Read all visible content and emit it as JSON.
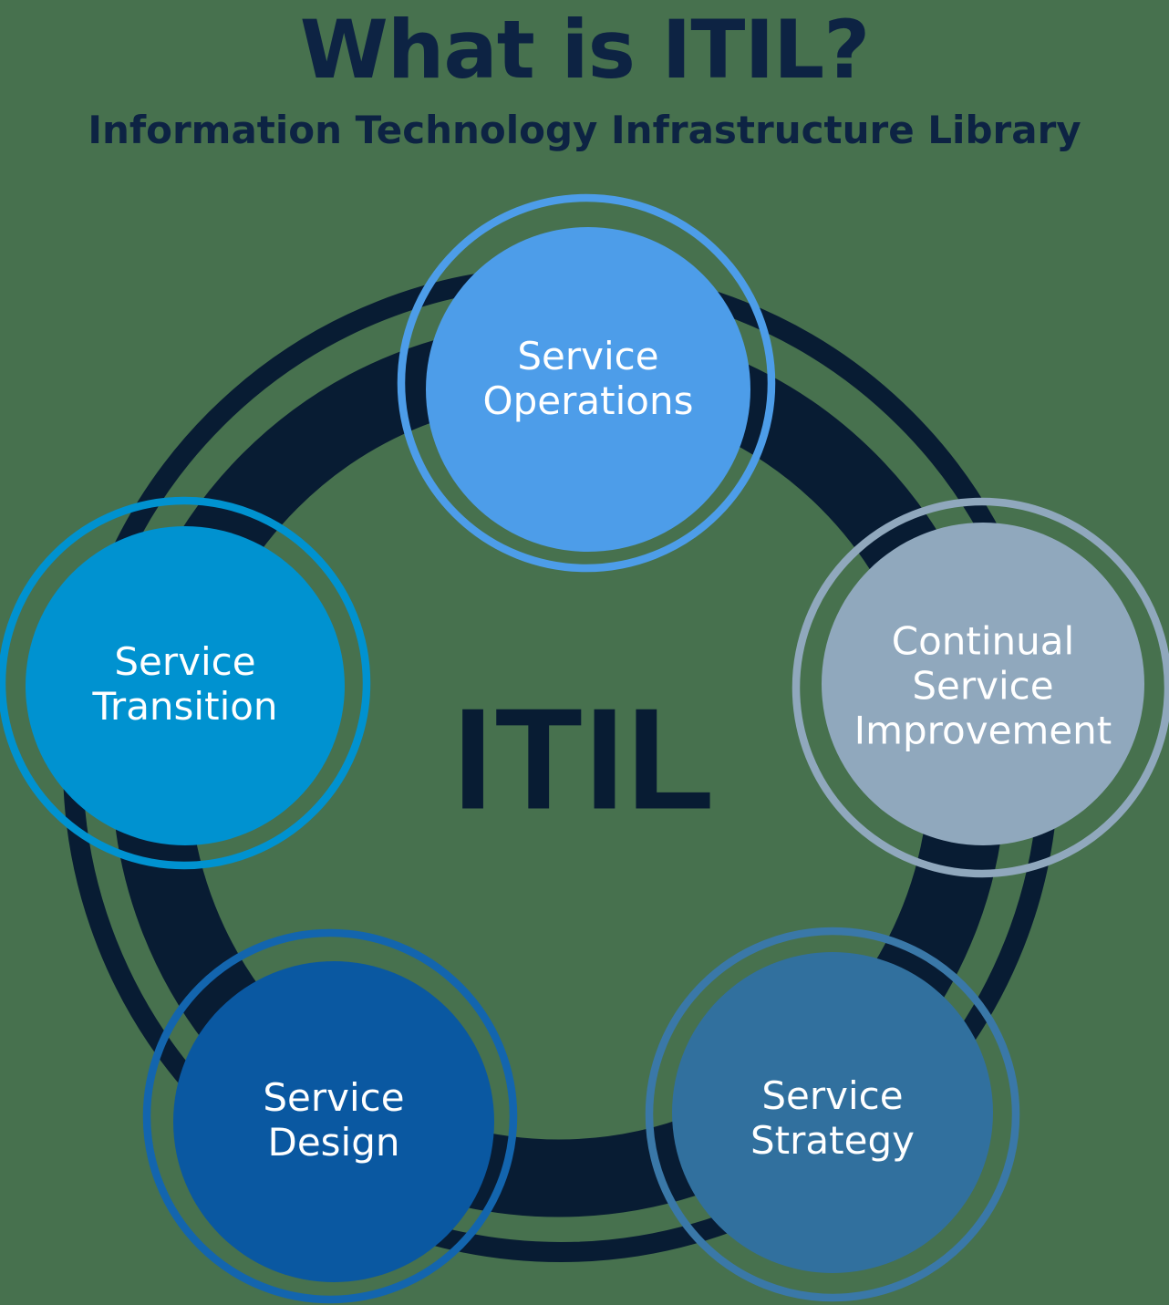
{
  "title": "What is ITIL?",
  "subtitle": "Information Technology Infrastructure Library",
  "center_label": "ITIL",
  "colors": {
    "background": "#47714E",
    "navy": "#081C33",
    "title_text": "#0D2343",
    "label_text": "#FFFFFF"
  },
  "nodes": [
    {
      "id": "service-operations",
      "label": "Service\nOperations",
      "color": "#4D9DE9",
      "outline": "#4D9DE9"
    },
    {
      "id": "continual-service-improvement",
      "label": "Continual\nService\nImprovement",
      "color": "#90A8BD",
      "outline": "#90A8BD"
    },
    {
      "id": "service-strategy",
      "label": "Service\nStrategy",
      "color": "#31709E",
      "outline": "#3A78A8"
    },
    {
      "id": "service-design",
      "label": "Service\nDesign",
      "color": "#0A58A1",
      "outline": "#1365AE"
    },
    {
      "id": "service-transition",
      "label": "Service\nTransition",
      "color": "#0092D0",
      "outline": "#0092D0"
    }
  ]
}
